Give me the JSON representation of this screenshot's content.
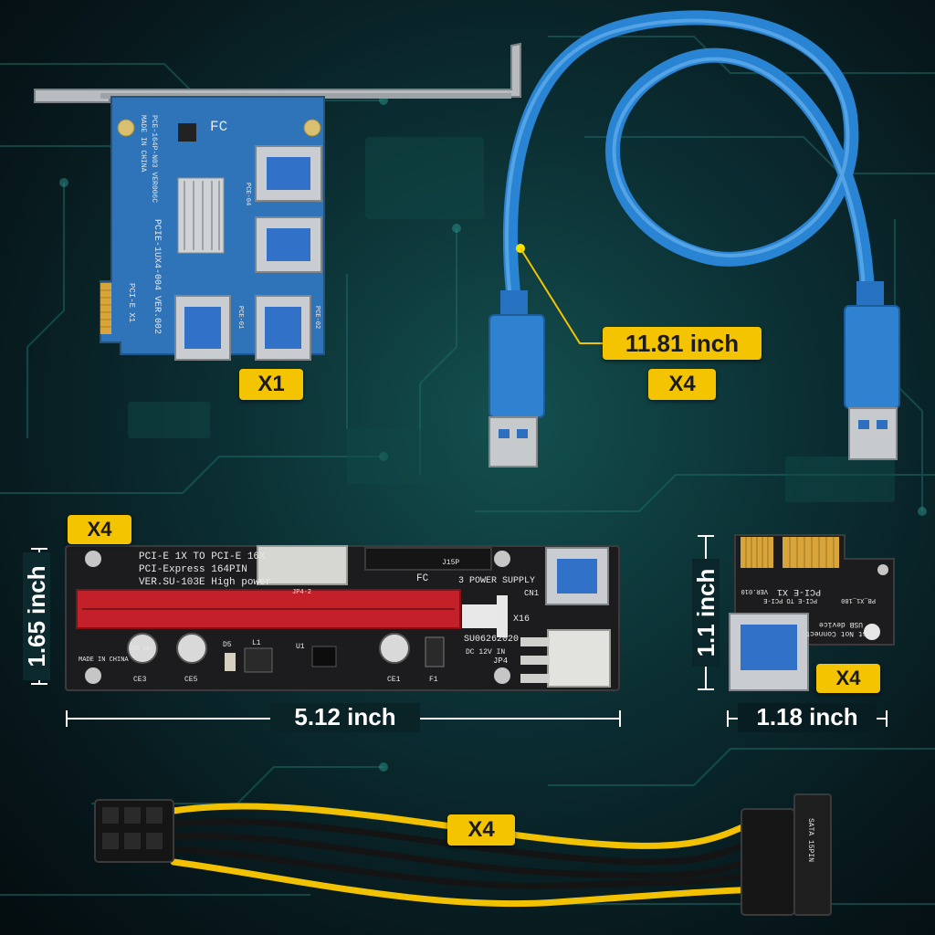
{
  "colors": {
    "badge": "#f5c400",
    "pcb_blue": "#2f74b8",
    "pcb_black": "#1c1c1e",
    "slot_red": "#c4202a",
    "cable_blue": "#2e8ad8",
    "wire_yellow": "#f2c200"
  },
  "items": {
    "adapter_card": {
      "qty": "X1",
      "silk": [
        "FC",
        "MADE IN CHINA",
        "PCE-164P-N03 VER006C",
        "PCIE-1UX4-004 VER.002",
        "PCI-E X1",
        "PCE-01",
        "PCE-02",
        "PCE-04"
      ]
    },
    "usb_cable": {
      "qty": "X4",
      "length": "11.81 inch"
    },
    "riser_board": {
      "qty": "X4",
      "width": "5.12 inch",
      "height": "1.65 inch",
      "silk": {
        "line1": "PCI-E 1X TO PCI-E 16X",
        "line2": "PCI-Express 164PIN",
        "line3": "VER.SU-103E High power",
        "power": "3 POWER SUPPLY",
        "serial": "SU06262020",
        "made": "MADE IN CHINA",
        "x16": "X16",
        "cn1": "CN1",
        "j15p": "J15P",
        "jp4": "JP4",
        "jp42": "JP4-2",
        "dc": "DC 12V IN",
        "ce3": "CE3",
        "ce5": "CE5",
        "ce1": "CE1",
        "d5": "D5",
        "l1": "L1",
        "u1": "U1",
        "f1": "F1",
        "cap": "220 16V",
        "fc": "FC"
      }
    },
    "small_adapter": {
      "qty": "X4",
      "width": "1.18 inch",
      "height": "1.1 inch",
      "silk": {
        "line1": "PCI-E X1",
        "line2": "PCI-E TO PCI-E",
        "line3": "VER.010",
        "line4": "PB_X1_180",
        "warn1": "USB device",
        "warn2": "Must Not Connect"
      }
    },
    "power_cable": {
      "qty": "X4",
      "label": "SATA 15PIN"
    }
  }
}
